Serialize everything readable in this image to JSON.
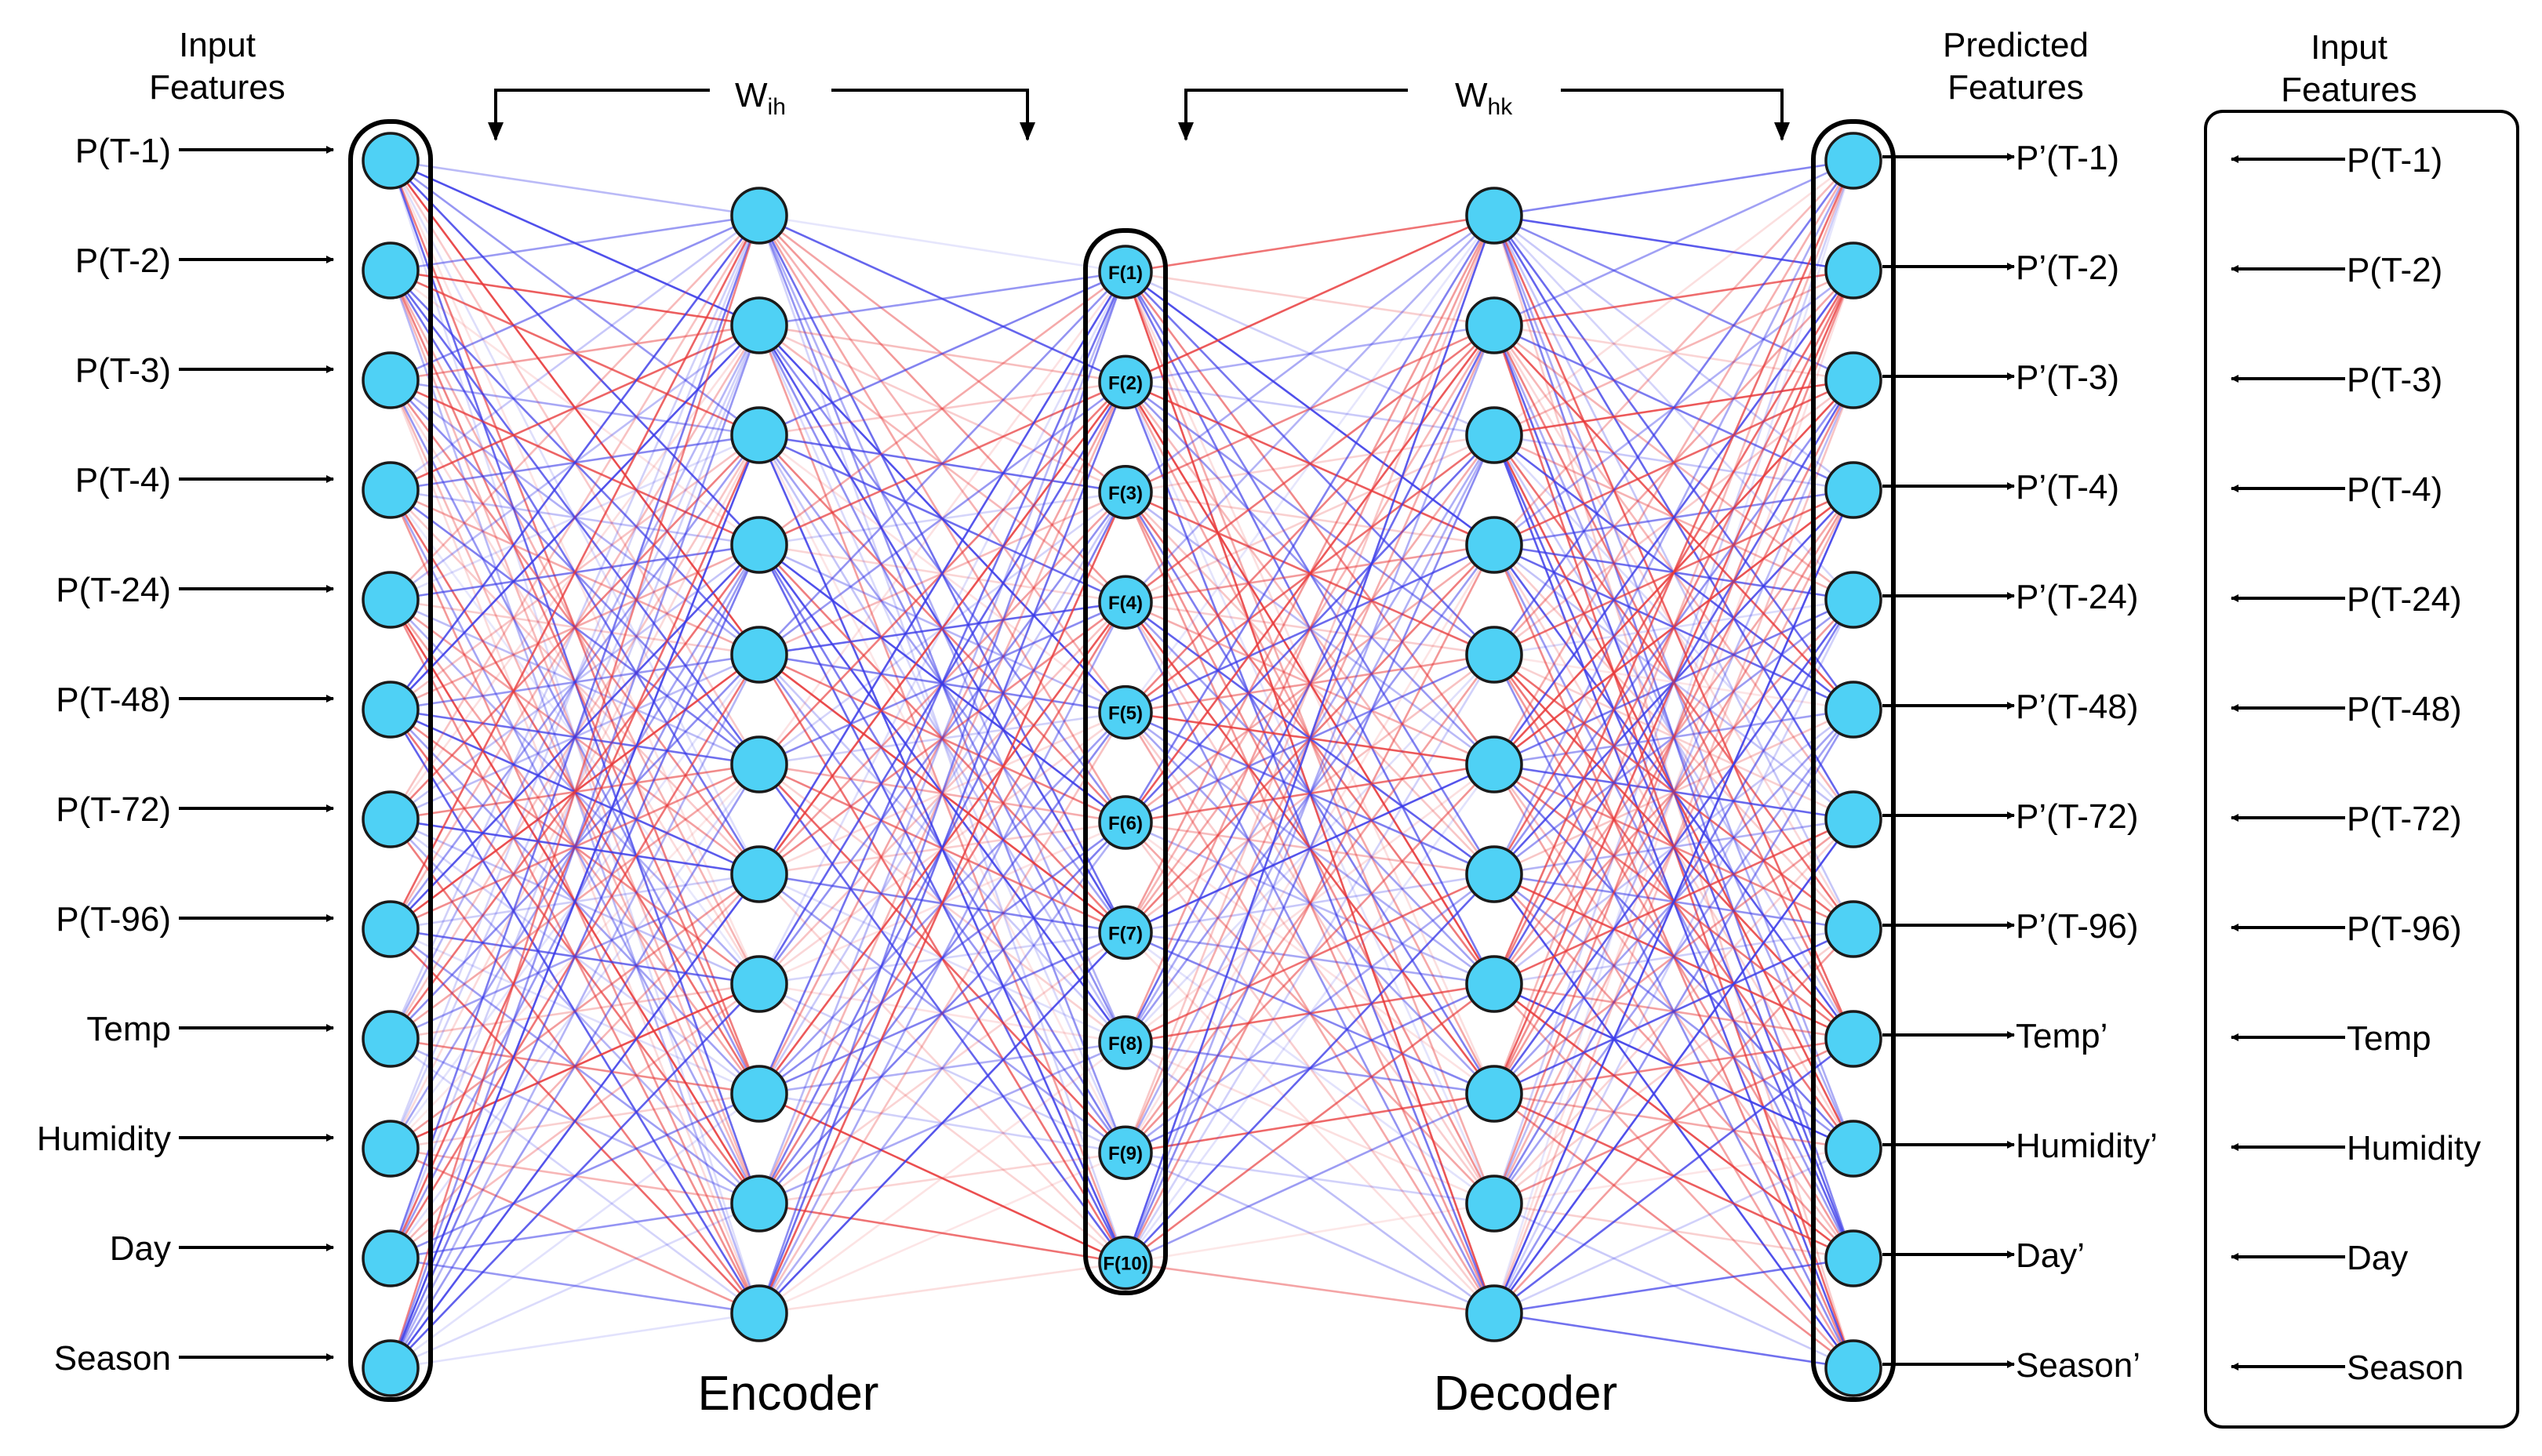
{
  "input_header": [
    "Input",
    "Features"
  ],
  "input_features": [
    "P(T-1)",
    "P(T-2)",
    "P(T-3)",
    "P(T-4)",
    "P(T-24)",
    "P(T-48)",
    "P(T-72)",
    "P(T-96)",
    "Temp",
    "Humidity",
    "Day",
    "Season"
  ],
  "predicted_header": [
    "Predicted",
    "Features"
  ],
  "predicted_features": [
    "P’(T-1)",
    "P’(T-2)",
    "P’(T-3)",
    "P’(T-4)",
    "P’(T-24)",
    "P’(T-48)",
    "P’(T-72)",
    "P’(T-96)",
    "Temp’",
    "Humidity’",
    "Day’",
    "Season’"
  ],
  "right_header": [
    "Input",
    "Features"
  ],
  "right_features": [
    "P(T-1)",
    "P(T-2)",
    "P(T-3)",
    "P(T-4)",
    "P(T-24)",
    "P(T-48)",
    "P(T-72)",
    "P(T-96)",
    "Temp",
    "Humidity",
    "Day",
    "Season"
  ],
  "weights": {
    "encoder": {
      "base": "W",
      "sub": "ih"
    },
    "decoder": {
      "base": "W",
      "sub": "hk"
    }
  },
  "bottleneck_labels": [
    "F(1)",
    "F(2)",
    "F(3)",
    "F(4)",
    "F(5)",
    "F(6)",
    "F(7)",
    "F(8)",
    "F(9)",
    "F(10)"
  ],
  "encoder_label": "Encoder",
  "decoder_label": "Decoder",
  "hidden_layer_size": 11,
  "colors": {
    "node_fill": "#4fd1f5",
    "node_stroke": "#1a1a1a",
    "positive_weight": "#e8393a",
    "negative_weight": "#3a3ae8",
    "outline": "#000000"
  }
}
